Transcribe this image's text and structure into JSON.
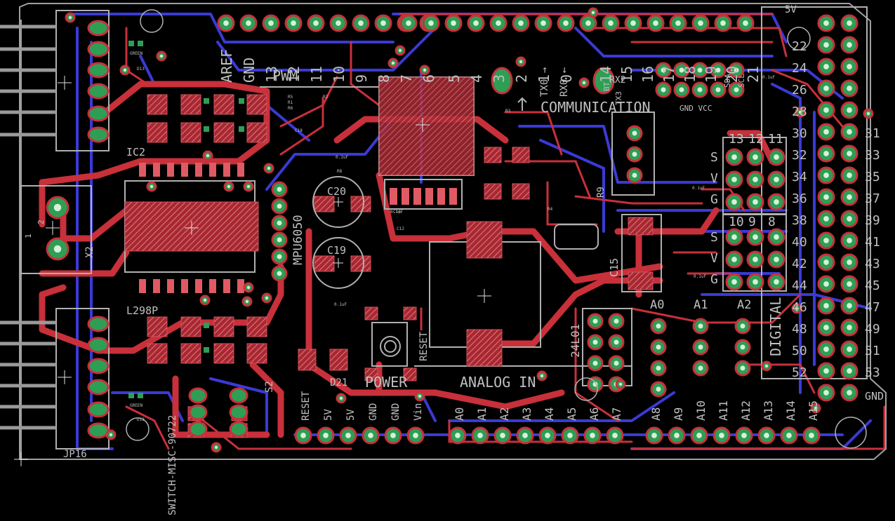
{
  "colors": {
    "background": "#000000",
    "top_copper": "#c8303a",
    "bottom_copper": "#3a3ad6",
    "silkscreen": "#b8b8b8",
    "pad_fill": "#2e9e55",
    "pad_ring": "#c8303a",
    "hatch": "#d86a72"
  },
  "icons": [
    "crosshair-icon",
    "alignment-target-icon",
    "arrow-icon"
  ],
  "labels": {
    "top_pin_numbers": [
      "AREF",
      "GND",
      "13",
      "12",
      "11",
      "10",
      "9",
      "8",
      "7",
      "6",
      "5",
      "4",
      "3",
      "2",
      "1",
      "0",
      "14",
      "15",
      "16",
      "17",
      "18",
      "19",
      "20",
      "21"
    ],
    "section_pwm": "PWM",
    "section_communication": "COMMUNICATION",
    "tx_rx": [
      "TX0 →",
      "RX0 ←"
    ],
    "comm_side": [
      "RX2",
      "TX3",
      "RX3",
      "SDA",
      "SCL"
    ],
    "gnd_vcc": "GND VCC",
    "servo_header_numbers_top": [
      "13",
      "12",
      "11"
    ],
    "servo_header_numbers_bottom": [
      "10",
      "9",
      "8"
    ],
    "servo_rows": [
      "S",
      "V",
      "G",
      "S",
      "V",
      "G"
    ],
    "right_5v": "5V",
    "right_col_even": [
      "22",
      "24",
      "26",
      "28",
      "30",
      "32",
      "34",
      "36",
      "38",
      "40",
      "42",
      "44",
      "46",
      "48",
      "50",
      "52"
    ],
    "right_col_odd": [
      "31",
      "33",
      "35",
      "37",
      "39",
      "41",
      "43",
      "45",
      "47",
      "49",
      "51",
      "53"
    ],
    "right_gnd": "GND",
    "section_digital": "DIGITAL",
    "section_power": "POWER",
    "section_analog_in": "ANALOG IN",
    "power_pins": [
      "RESET",
      "5V",
      "5V",
      "GND",
      "GND",
      "Vin"
    ],
    "analog_pins_a": [
      "A0",
      "A1",
      "A2",
      "A3",
      "A4",
      "A5",
      "A6",
      "A7"
    ],
    "analog_pins_b": [
      "A8",
      "A9",
      "A10",
      "A11",
      "A12",
      "A13",
      "A14",
      "A15"
    ],
    "analog_header_top": [
      "A0",
      "A1",
      "A2"
    ],
    "reset_label": "RESET",
    "components": {
      "ic2": "IC2",
      "l298p": "L298P",
      "x2": "X2",
      "jp16": "JP16",
      "mpu": "MPU6050",
      "c20": "C20",
      "c19": "C19",
      "c15": "C15",
      "d21": "D21",
      "s2": "S2",
      "switch": "SWITCH-MISC-90722",
      "l01": "24L01",
      "r9": "R9",
      "bt": "BT"
    },
    "small_parts": [
      "R5",
      "R6",
      "R8",
      "C12",
      "C16",
      "C18",
      "0.1uF",
      "0.1uF",
      "0.1uF",
      "0.1uF",
      "0.1uF",
      "0.1uF",
      "GREEN",
      "GREEN",
      "D13",
      "D12",
      "R1",
      "R2",
      "R3",
      "R4"
    ],
    "x2_pins": [
      "1",
      "2"
    ]
  }
}
